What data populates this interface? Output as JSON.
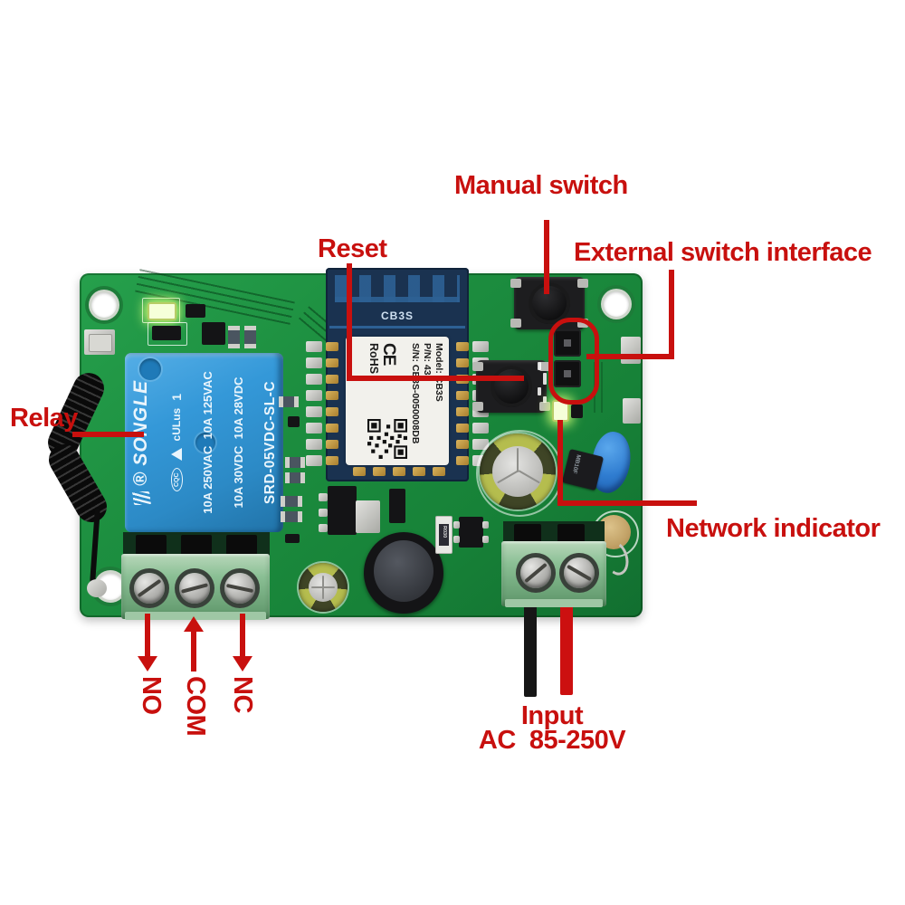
{
  "annotations": {
    "manual_switch": "Manual switch",
    "reset": "Reset",
    "external_switch": "External switch interface",
    "relay": "Relay",
    "network_indicator": "Network indicator",
    "no": "NO",
    "com": "COM",
    "nc": "NC",
    "input": "Input",
    "input_voltage": "AC  85-250V"
  },
  "module": {
    "chip": "CB3S",
    "label": {
      "model": "Model: CB3S",
      "pn": "P/N: 433",
      "sn": "S/N: CB3S-0050008DB",
      "ce": "CE",
      "rohs": "RoHS"
    }
  },
  "relay": {
    "brand": "SONGLE",
    "reg": "®",
    "cqc": "CQC",
    "ul": "cULus",
    "ul_no": "1",
    "rating_ac": "10A 250VAC  10A 125VAC",
    "rating_dc": "10A 30VDC  10A 28VDC",
    "part": "SRD-05VDC-SL-C"
  },
  "ics": {
    "bridge": "MB10F",
    "resistor": "R030"
  },
  "colors": {
    "annotation_red": "#c8100e",
    "pcb_green": "#1d8f40",
    "relay_blue": "#3498d8",
    "module_navy": "#1a3250",
    "terminal_green": "#8abf94",
    "wire_black": "#161616",
    "wire_red": "#cc1010"
  }
}
